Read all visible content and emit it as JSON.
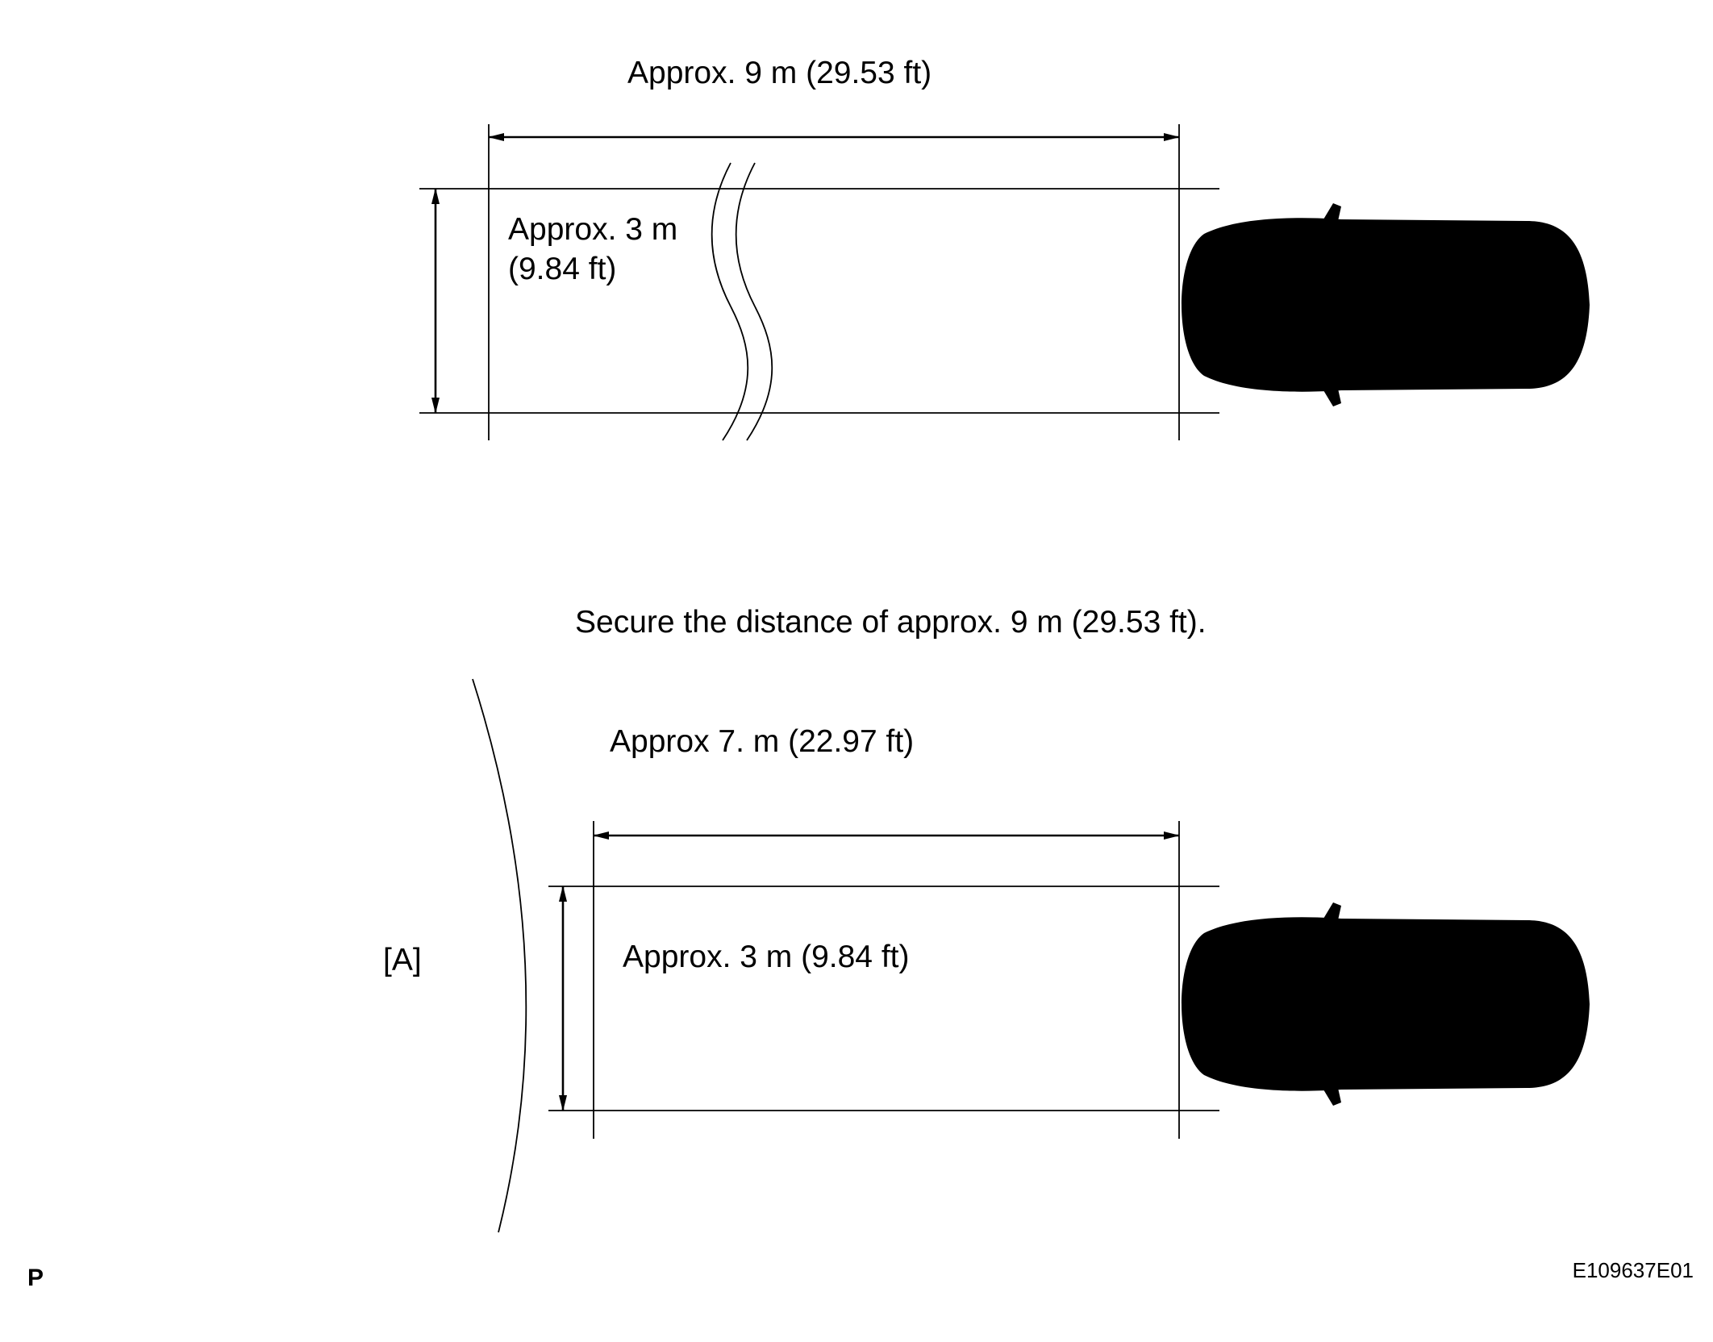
{
  "diagram": {
    "top": {
      "length_label": "Approx. 9 m (29.53 ft)",
      "width_label_line1": "Approx. 3 m",
      "width_label_line2": "(9.84 ft)"
    },
    "instruction": "Secure the distance of approx. 9 m (29.53 ft).",
    "bottom": {
      "length_label": "Approx 7. m (22.97 ft)",
      "width_label": "Approx. 3 m (9.84 ft)",
      "obstacle_label": "[A]"
    },
    "corner_mark": "P",
    "reference_code": "E109637E01"
  }
}
